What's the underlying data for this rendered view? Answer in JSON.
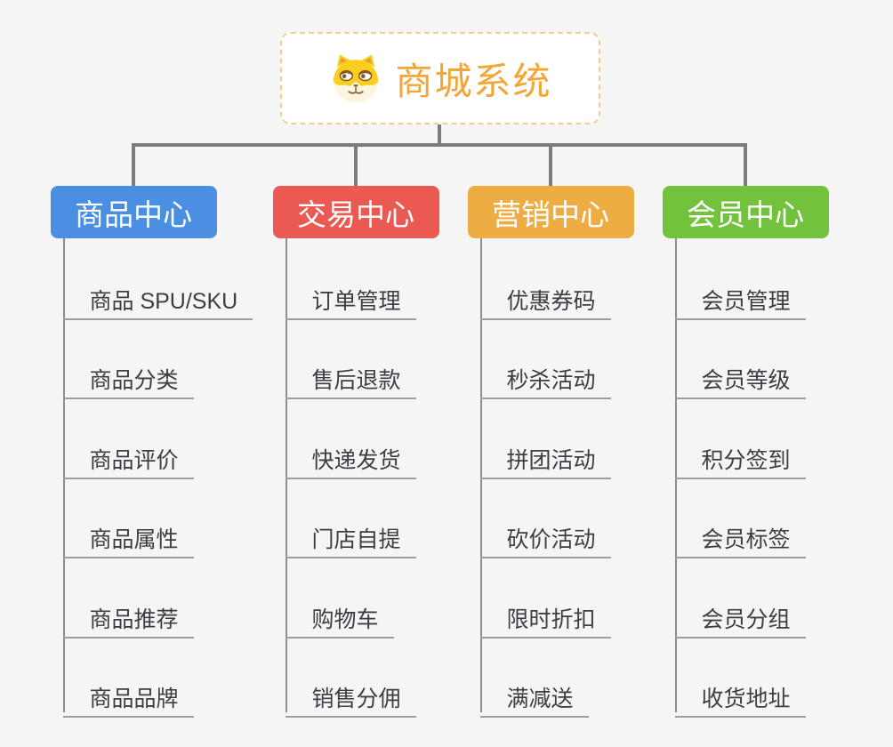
{
  "root": {
    "title": "商城系统",
    "icon": "shiba-dog-icon"
  },
  "branches": [
    {
      "label": "商品中心",
      "color": "#4b8fe3",
      "children": [
        "商品 SPU/SKU",
        "商品分类",
        "商品评价",
        "商品属性",
        "商品推荐",
        "商品品牌"
      ]
    },
    {
      "label": "交易中心",
      "color": "#ea5a53",
      "children": [
        "订单管理",
        "售后退款",
        "快递发货",
        "门店自提",
        "购物车",
        "销售分佣"
      ]
    },
    {
      "label": "营销中心",
      "color": "#eead43",
      "children": [
        "优惠券码",
        "秒杀活动",
        "拼团活动",
        "砍价活动",
        "限时折扣",
        "满减送"
      ]
    },
    {
      "label": "会员中心",
      "color": "#72c23e",
      "children": [
        "会员管理",
        "会员等级",
        "积分签到",
        "会员标签",
        "会员分组",
        "收货地址"
      ]
    }
  ],
  "palette": {
    "page_bg": "#f5f5f5",
    "node_bg": "#ffffff",
    "root_border": "#f3cd8e",
    "root_text": "#f2a637",
    "connector": "#7c7c7c",
    "branch_line": "#8e8e8e",
    "underline": "#9e9e9e",
    "item_text": "#3b3f45",
    "header_text": "#ffffff"
  }
}
